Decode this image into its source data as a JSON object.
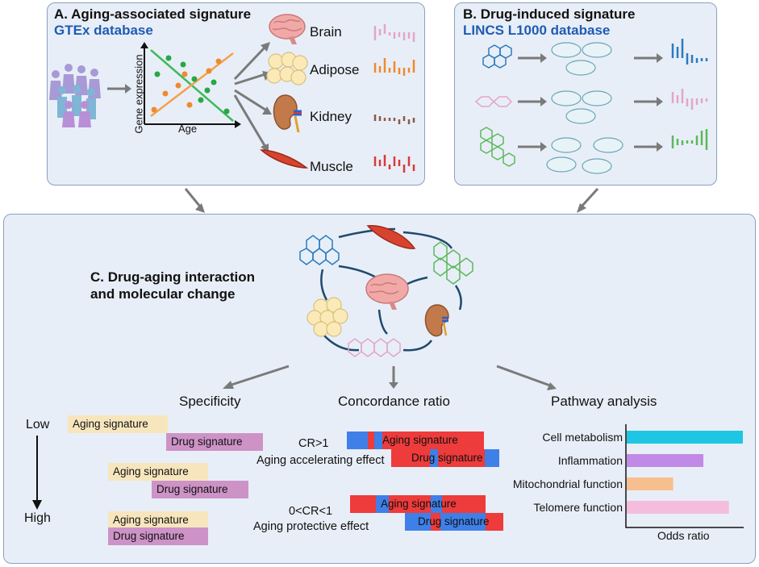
{
  "panel_a": {
    "title": "A. Aging-associated signature",
    "database": "GTEx database",
    "plot_ylabel": "Gene expression",
    "plot_xlabel": "Age",
    "organs": [
      {
        "label": "Brain",
        "icon": "brain-icon",
        "color": "#e3a5c9"
      },
      {
        "label": "Adipose",
        "icon": "adipose-icon",
        "color": "#f08a2e"
      },
      {
        "label": "Kidney",
        "icon": "kidney-icon",
        "color": "#8a5a44"
      },
      {
        "label": "Muscle",
        "icon": "muscle-icon",
        "color": "#d63a3a"
      }
    ]
  },
  "panel_b": {
    "title": "B. Drug-induced signature",
    "database": "LINCS L1000 database",
    "drug_colors": [
      "#2a7bbf",
      "#e3a5c9",
      "#5cb85c"
    ]
  },
  "panel_c": {
    "title_line1": "C. Drug-aging interaction",
    "title_line2": "and molecular change",
    "specificity": {
      "heading": "Specificity",
      "low_label": "Low",
      "high_label": "High",
      "aging_label": "Aging signature",
      "drug_label": "Drug signature"
    },
    "concordance": {
      "heading": "Concordance ratio",
      "case1_ratio": "CR>1",
      "case1_effect": "Aging accelerating effect",
      "case2_ratio": "0<CR<1",
      "case2_effect": "Aging protective effect",
      "aging_label": "Aging signature",
      "drug_label": "Drug signature"
    },
    "pathway": {
      "heading": "Pathway analysis",
      "xlabel": "Odds ratio",
      "items": [
        {
          "label": "Cell metabolism",
          "value": 1.0,
          "color": "#1fc6e3"
        },
        {
          "label": "Inflammation",
          "value": 0.66,
          "color": "#c08ae6"
        },
        {
          "label": "Mitochondrial function",
          "value": 0.4,
          "color": "#f8bf8e"
        },
        {
          "label": "Telomere function",
          "value": 0.88,
          "color": "#f5bddd"
        }
      ]
    }
  },
  "colors": {
    "panel_bg": "#e8eef7",
    "panel_border": "#8aa1c0",
    "database_text": "#1f5bb4",
    "arrow": "#7a7a7a",
    "red_block": "#ee3b3b",
    "blue_block": "#3f7fe8"
  }
}
